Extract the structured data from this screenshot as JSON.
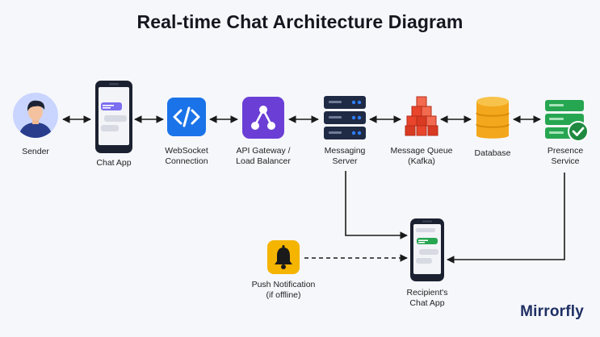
{
  "title": "Real-time Chat Architecture Diagram",
  "brand": "Mirrorfly",
  "nodes": {
    "sender": {
      "label": "Sender",
      "icon": "user-avatar-icon"
    },
    "chat_app": {
      "label": "Chat App",
      "icon": "smartphone-chat-icon"
    },
    "websocket": {
      "label": "WebSocket\nConnection",
      "icon": "code-brackets-icon"
    },
    "gateway": {
      "label": "API Gateway /\nLoad Balancer",
      "icon": "network-share-icon"
    },
    "messaging": {
      "label": "Messaging\nServer",
      "icon": "server-stack-icon"
    },
    "queue": {
      "label": "Message Queue\n(Kafka)",
      "icon": "kafka-cubes-icon"
    },
    "database": {
      "label": "Database",
      "icon": "database-cylinder-icon"
    },
    "presence": {
      "label": "Presence\nService",
      "icon": "server-check-icon"
    },
    "push": {
      "label": "Push Notification\n(if offline)",
      "icon": "bell-icon"
    },
    "recipient": {
      "label": "Recipient's\nChat App",
      "icon": "smartphone-chat-icon"
    }
  },
  "colors": {
    "websocket": "#1a73e8",
    "gateway": "#6b3fd6",
    "server": "#1f2a44",
    "queue": "#e8452c",
    "database": "#f3a71c",
    "presence": "#27a651",
    "push": "#f5b400"
  }
}
